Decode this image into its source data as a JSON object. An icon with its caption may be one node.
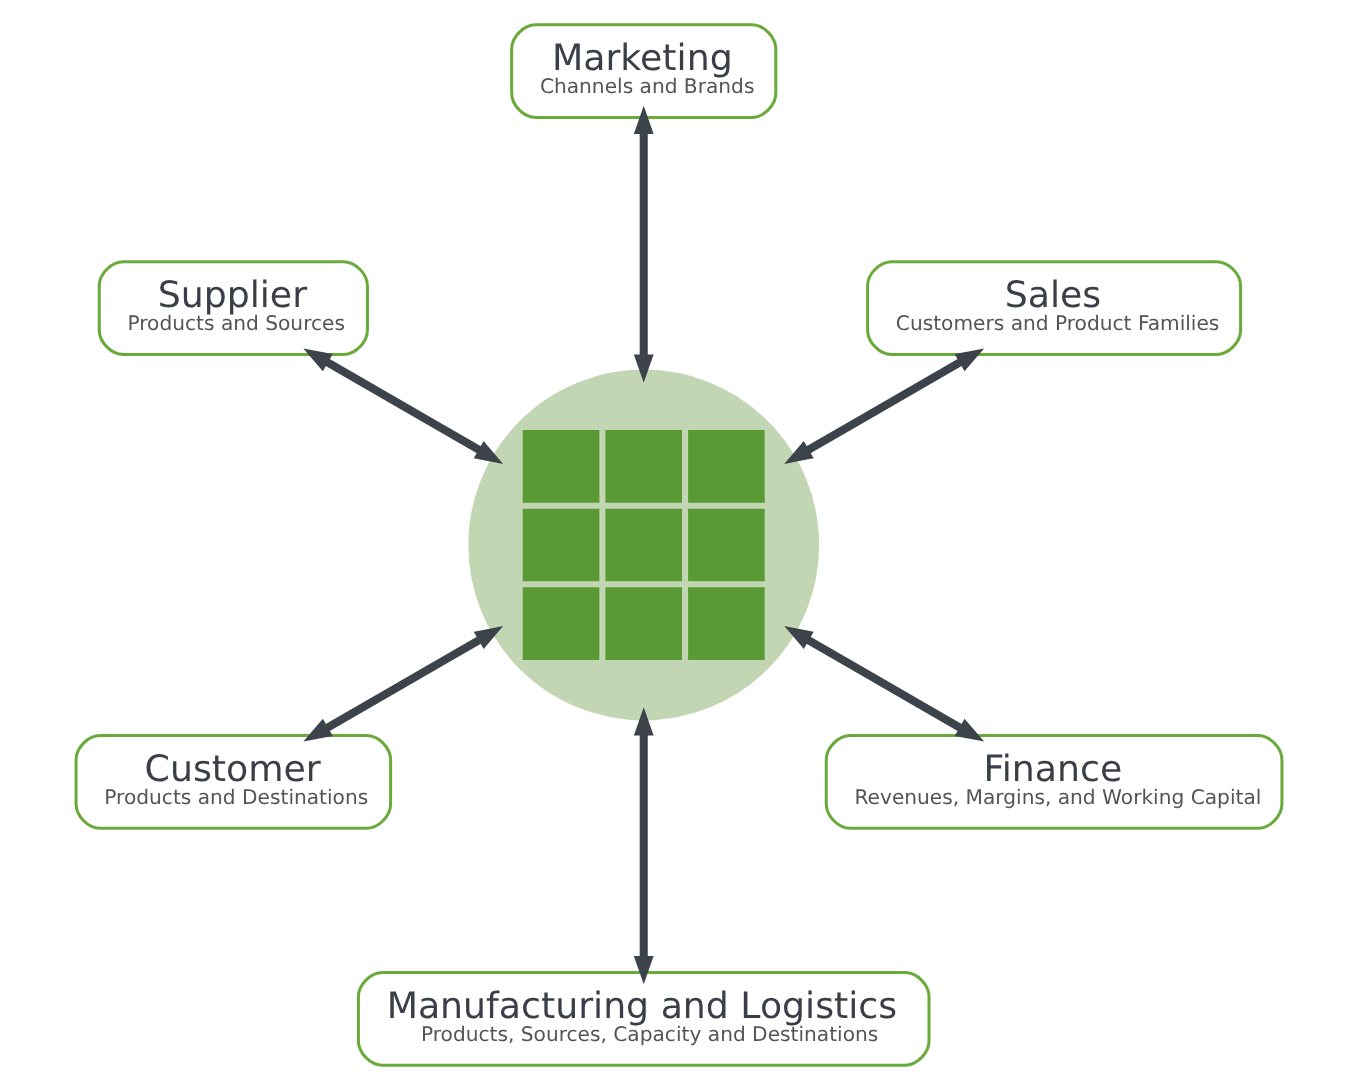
{
  "diagram": {
    "nodes": [
      {
        "text": [
          "Sales",
          "Customers and Product Families"
        ]
      },
      {
        "text": [
          "Marketing",
          "Channels and Brands"
        ]
      },
      {
        "text": [
          "Supplier",
          "Products and Sources"
        ]
      },
      {
        "text": [],
        "shape": "circle"
      },
      {
        "text": [
          "Customer",
          "Products and Destinations"
        ]
      },
      {
        "text": [
          "Manufacturing and Logistics",
          "Products, Sources, Capacity and Destinations"
        ]
      },
      {
        "text": [
          "Finance",
          "Revenues, Margins, and Working Capital"
        ]
      }
    ],
    "edges": [
      {
        "from": 3,
        "to": 0,
        "arrow": "both"
      },
      {
        "from": 3,
        "to": 1,
        "arrow": "both"
      },
      {
        "from": 3,
        "to": 2,
        "arrow": "both"
      },
      {
        "from": 3,
        "to": 4,
        "arrow": "both"
      },
      {
        "from": 3,
        "to": 5,
        "arrow": "both"
      },
      {
        "from": 3,
        "to": 6,
        "arrow": "both"
      }
    ]
  }
}
